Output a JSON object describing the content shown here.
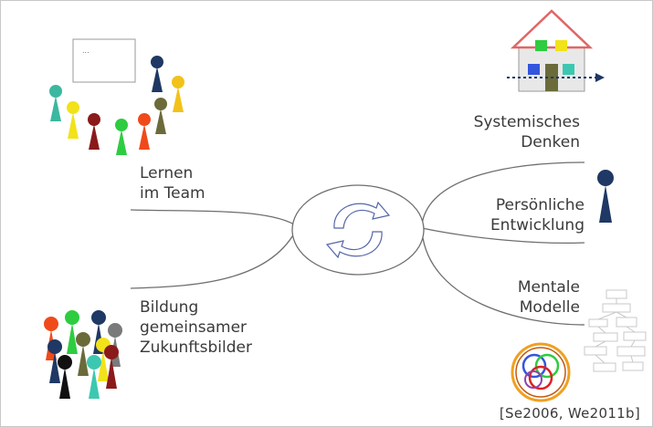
{
  "labels": {
    "learning_team": [
      "Lernen",
      "im Team"
    ],
    "shared_vision": [
      "Bildung",
      "gemeinsamer",
      "Zukunftsbilder"
    ],
    "systems_thinking": [
      "Systemisches",
      "Denken"
    ],
    "personal_mastery": [
      "Persönliche",
      "Entwicklung"
    ],
    "mental_models": [
      "Mentale",
      "Modelle"
    ]
  },
  "citation": "[Se2006, We2011b]",
  "board_text": "...",
  "colors": {
    "text": "#3a3a3a",
    "line": "#6e6e6e",
    "navy": "#1f3864",
    "arrow_blue": "#3355aa",
    "house_roof": "#e06666",
    "house_wall": "#e8e8e8"
  }
}
